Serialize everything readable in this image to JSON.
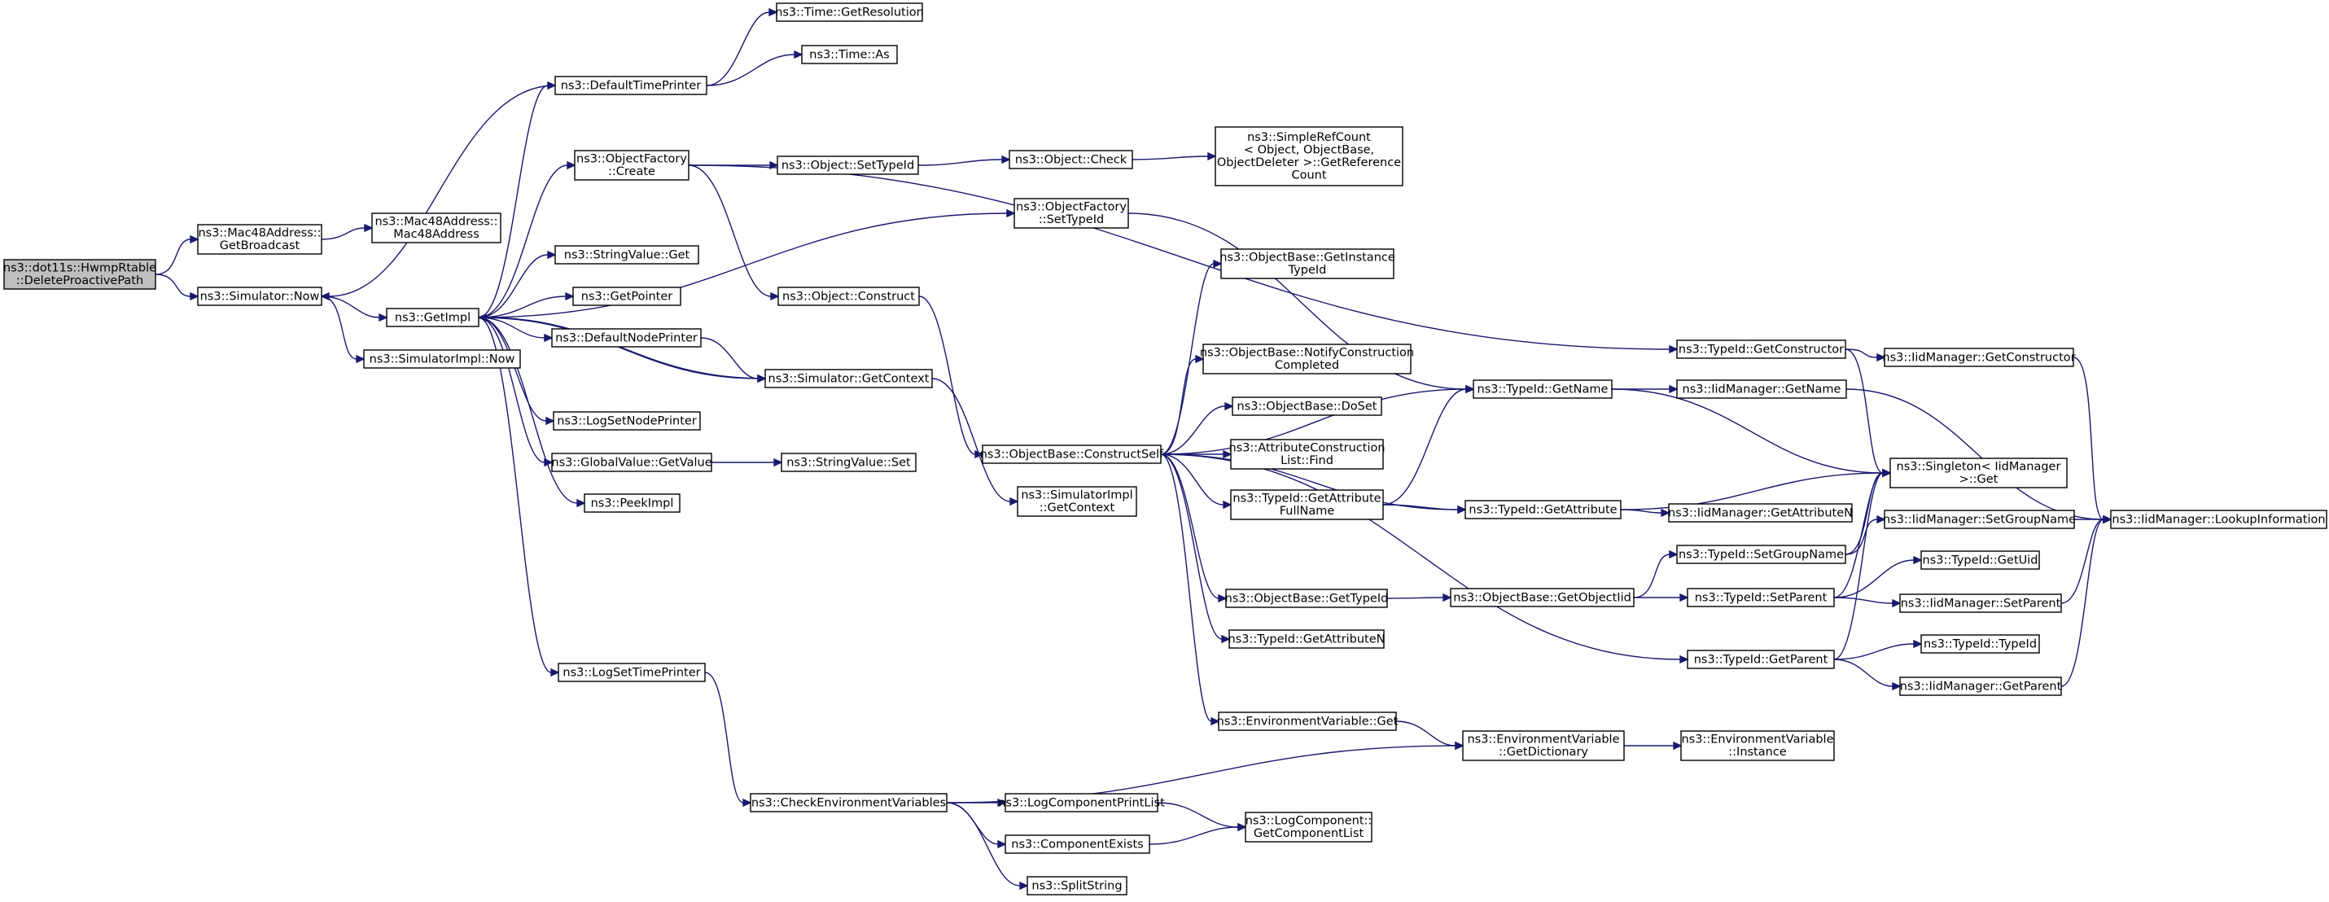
{
  "colors": {
    "edge": "#191970",
    "node_border": "#000000",
    "root_fill": "#bfbfbf",
    "node_fill": "#ffffff"
  },
  "nodes": [
    {
      "id": "root",
      "lines": [
        "ns3::dot11s::HwmpRtable",
        "::DeletePr​oactivePath"
      ],
      "root": true
    },
    {
      "id": "mac_bcast",
      "lines": [
        "ns3::Mac48Address::",
        "GetBroadcast"
      ]
    },
    {
      "id": "mac_ctor",
      "lines": [
        "ns3::Mac48Address::",
        "Mac48Address"
      ]
    },
    {
      "id": "sim_now",
      "lines": [
        "ns3::Simulator::Now"
      ]
    },
    {
      "id": "getimpl",
      "lines": [
        "ns3::GetImpl"
      ]
    },
    {
      "id": "simimpl_now",
      "lines": [
        "ns3::SimulatorImpl::Now"
      ]
    },
    {
      "id": "deftime",
      "lines": [
        "ns3::DefaultTimePrinter"
      ]
    },
    {
      "id": "time_res",
      "lines": [
        "ns3::Time::GetResolution"
      ]
    },
    {
      "id": "time_as",
      "lines": [
        "ns3::Time::As"
      ]
    },
    {
      "id": "objf_create",
      "lines": [
        "ns3::ObjectFactory",
        "::Create"
      ]
    },
    {
      "id": "obj_settid",
      "lines": [
        "ns3::Object::SetTypeId"
      ]
    },
    {
      "id": "obj_check",
      "lines": [
        "ns3::Object::Check"
      ]
    },
    {
      "id": "srefcount",
      "lines": [
        "ns3::SimpleRefCount",
        "< Object, ObjectBase,",
        "ObjectDeleter >::GetReference",
        "Count"
      ]
    },
    {
      "id": "objf_settid",
      "lines": [
        "ns3::ObjectFactory",
        "::SetTypeId"
      ]
    },
    {
      "id": "strval_get",
      "lines": [
        "ns3::StringValue::Get"
      ]
    },
    {
      "id": "getpointer",
      "lines": [
        "ns3::GetPointer"
      ]
    },
    {
      "id": "defnode",
      "lines": [
        "ns3::DefaultNodePrinter"
      ]
    },
    {
      "id": "obj_construct",
      "lines": [
        "ns3::Object::Construct"
      ]
    },
    {
      "id": "sim_getctx",
      "lines": [
        "ns3::Simulator::GetContext"
      ]
    },
    {
      "id": "lognode",
      "lines": [
        "ns3::LogSetNodePrinter"
      ]
    },
    {
      "id": "gv_getvalue",
      "lines": [
        "ns3::GlobalValue::GetValue"
      ]
    },
    {
      "id": "strval_set",
      "lines": [
        "ns3::StringValue::Set"
      ]
    },
    {
      "id": "peekimpl",
      "lines": [
        "ns3::PeekImpl"
      ]
    },
    {
      "id": "simimpl_getctx",
      "lines": [
        "ns3::SimulatorImpl",
        "::GetContext"
      ]
    },
    {
      "id": "logtime",
      "lines": [
        "ns3::LogSetTimePrinter"
      ]
    },
    {
      "id": "checkenv",
      "lines": [
        "ns3::CheckEnvironmentVariables"
      ]
    },
    {
      "id": "logcomp_print",
      "lines": [
        "ns3::LogComponentPrintList"
      ]
    },
    {
      "id": "comp_exists",
      "lines": [
        "ns3::ComponentExists"
      ]
    },
    {
      "id": "splitstring",
      "lines": [
        "ns3::SplitString"
      ]
    },
    {
      "id": "logcomp_getlist",
      "lines": [
        "ns3::LogComponent::",
        "GetComponentList"
      ]
    },
    {
      "id": "ob_getinst",
      "lines": [
        "ns3::ObjectBase::GetInstance",
        "TypeId"
      ]
    },
    {
      "id": "ob_notify",
      "lines": [
        "ns3::ObjectBase::NotifyConstruction",
        "Completed"
      ]
    },
    {
      "id": "ob_doset",
      "lines": [
        "ns3::ObjectBase::DoSet"
      ]
    },
    {
      "id": "attr_find",
      "lines": [
        "ns3::AttributeConstruction",
        "List::Find"
      ]
    },
    {
      "id": "tid_getattrfull",
      "lines": [
        "ns3::TypeId::GetAttribute",
        "FullName"
      ]
    },
    {
      "id": "ob_construct",
      "lines": [
        "ns3::ObjectBase::ConstructSelf"
      ]
    },
    {
      "id": "ob_gettid",
      "lines": [
        "ns3::ObjectBase::GetTypeId"
      ]
    },
    {
      "id": "tid_getattrn",
      "lines": [
        "ns3::TypeId::GetAttributeN"
      ]
    },
    {
      "id": "env_get",
      "lines": [
        "ns3::EnvironmentVariable::Get"
      ]
    },
    {
      "id": "tid_getname",
      "lines": [
        "ns3::TypeId::GetName"
      ]
    },
    {
      "id": "tid_getattr",
      "lines": [
        "ns3::TypeId::GetAttribute"
      ]
    },
    {
      "id": "ob_getobjtid",
      "lines": [
        "ns3::ObjectBase::GetObjectIid"
      ]
    },
    {
      "id": "env_getdict",
      "lines": [
        "ns3::EnvironmentVariable",
        "::GetDictionary"
      ]
    },
    {
      "id": "tid_getctor",
      "lines": [
        "ns3::TypeId::GetConstructor"
      ]
    },
    {
      "id": "iid_getname",
      "lines": [
        "ns3::IidManager::GetName"
      ]
    },
    {
      "id": "iid_getattrn",
      "lines": [
        "ns3::IidManager::GetAttributeN"
      ]
    },
    {
      "id": "tid_setgroup",
      "lines": [
        "ns3::TypeId::SetGroupName"
      ]
    },
    {
      "id": "tid_setparent",
      "lines": [
        "ns3::TypeId::SetParent"
      ]
    },
    {
      "id": "tid_getparent",
      "lines": [
        "ns3::TypeId::GetParent"
      ]
    },
    {
      "id": "env_instance",
      "lines": [
        "ns3::EnvironmentVariable",
        "::Instance"
      ]
    },
    {
      "id": "iid_getctor",
      "lines": [
        "ns3::IidManager::GetConstructor"
      ]
    },
    {
      "id": "singleton",
      "lines": [
        "ns3::Singleton< IidManager",
        ">::Get"
      ]
    },
    {
      "id": "iid_setgroup",
      "lines": [
        "ns3::IidManager::SetGroupName"
      ]
    },
    {
      "id": "tid_getuid",
      "lines": [
        "ns3::TypeId::GetUid"
      ]
    },
    {
      "id": "iid_setparent",
      "lines": [
        "ns3::IidManager::SetParent"
      ]
    },
    {
      "id": "tid_typeid",
      "lines": [
        "ns3::TypeId::TypeId"
      ]
    },
    {
      "id": "iid_getparent",
      "lines": [
        "ns3::IidManager::GetParent"
      ]
    },
    {
      "id": "iid_lookup",
      "lines": [
        "ns3::IidManager::LookupInformation"
      ]
    }
  ],
  "edges": [
    [
      "root",
      "mac_bcast"
    ],
    [
      "root",
      "sim_now"
    ],
    [
      "mac_bcast",
      "mac_ctor"
    ],
    [
      "sim_now",
      "getimpl"
    ],
    [
      "sim_now",
      "simimpl_now"
    ],
    [
      "getimpl",
      "deftime"
    ],
    [
      "getimpl",
      "objf_create"
    ],
    [
      "getimpl",
      "objf_settid"
    ],
    [
      "getimpl",
      "strval_get"
    ],
    [
      "getimpl",
      "getpointer"
    ],
    [
      "getimpl",
      "defnode"
    ],
    [
      "getimpl",
      "sim_getctx"
    ],
    [
      "getimpl",
      "lognode"
    ],
    [
      "getimpl",
      "gv_getvalue"
    ],
    [
      "getimpl",
      "peekimpl"
    ],
    [
      "getimpl",
      "logtime"
    ],
    [
      "deftime",
      "time_res"
    ],
    [
      "deftime",
      "time_as"
    ],
    [
      "deftime",
      "sim_now"
    ],
    [
      "objf_create",
      "obj_settid"
    ],
    [
      "objf_create",
      "obj_construct"
    ],
    [
      "objf_create",
      "tid_getctor"
    ],
    [
      "obj_settid",
      "obj_check"
    ],
    [
      "obj_check",
      "srefcount"
    ],
    [
      "objf_settid",
      "tid_getname"
    ],
    [
      "defnode",
      "sim_getctx"
    ],
    [
      "sim_getctx",
      "simimpl_getctx"
    ],
    [
      "sim_getctx",
      "getimpl"
    ],
    [
      "gv_getvalue",
      "strval_set"
    ],
    [
      "obj_construct",
      "ob_construct"
    ],
    [
      "logtime",
      "checkenv"
    ],
    [
      "checkenv",
      "logcomp_print"
    ],
    [
      "checkenv",
      "comp_exists"
    ],
    [
      "checkenv",
      "splitstring"
    ],
    [
      "checkenv",
      "env_getdict"
    ],
    [
      "logcomp_print",
      "logcomp_getlist"
    ],
    [
      "comp_exists",
      "logcomp_getlist"
    ],
    [
      "ob_construct",
      "ob_getinst"
    ],
    [
      "ob_construct",
      "ob_notify"
    ],
    [
      "ob_construct",
      "ob_doset"
    ],
    [
      "ob_construct",
      "attr_find"
    ],
    [
      "ob_construct",
      "tid_getattrfull"
    ],
    [
      "ob_construct",
      "ob_gettid"
    ],
    [
      "ob_construct",
      "tid_getattrn"
    ],
    [
      "ob_construct",
      "env_get"
    ],
    [
      "ob_construct",
      "tid_getname"
    ],
    [
      "ob_construct",
      "tid_getattr"
    ],
    [
      "ob_construct",
      "tid_getparent"
    ],
    [
      "tid_getattrfull",
      "tid_getattr"
    ],
    [
      "tid_getattrfull",
      "tid_getname"
    ],
    [
      "ob_gettid",
      "ob_getobjtid"
    ],
    [
      "env_get",
      "env_getdict"
    ],
    [
      "tid_getname",
      "iid_getname"
    ],
    [
      "tid_getname",
      "singleton"
    ],
    [
      "tid_getattr",
      "iid_getattrn"
    ],
    [
      "tid_getattr",
      "singleton"
    ],
    [
      "ob_getobjtid",
      "tid_setgroup"
    ],
    [
      "ob_getobjtid",
      "tid_setparent"
    ],
    [
      "env_getdict",
      "env_instance"
    ],
    [
      "tid_getctor",
      "iid_getctor"
    ],
    [
      "tid_getctor",
      "singleton"
    ],
    [
      "iid_getname",
      "iid_lookup"
    ],
    [
      "tid_setgroup",
      "iid_setgroup"
    ],
    [
      "tid_setgroup",
      "singleton"
    ],
    [
      "tid_setparent",
      "tid_getuid"
    ],
    [
      "tid_setparent",
      "iid_setparent"
    ],
    [
      "tid_setparent",
      "singleton"
    ],
    [
      "tid_getparent",
      "tid_typeid"
    ],
    [
      "tid_getparent",
      "iid_getparent"
    ],
    [
      "tid_getparent",
      "singleton"
    ],
    [
      "iid_getctor",
      "iid_lookup"
    ],
    [
      "iid_setgroup",
      "iid_lookup"
    ],
    [
      "iid_setparent",
      "iid_lookup"
    ],
    [
      "iid_getparent",
      "iid_lookup"
    ]
  ]
}
